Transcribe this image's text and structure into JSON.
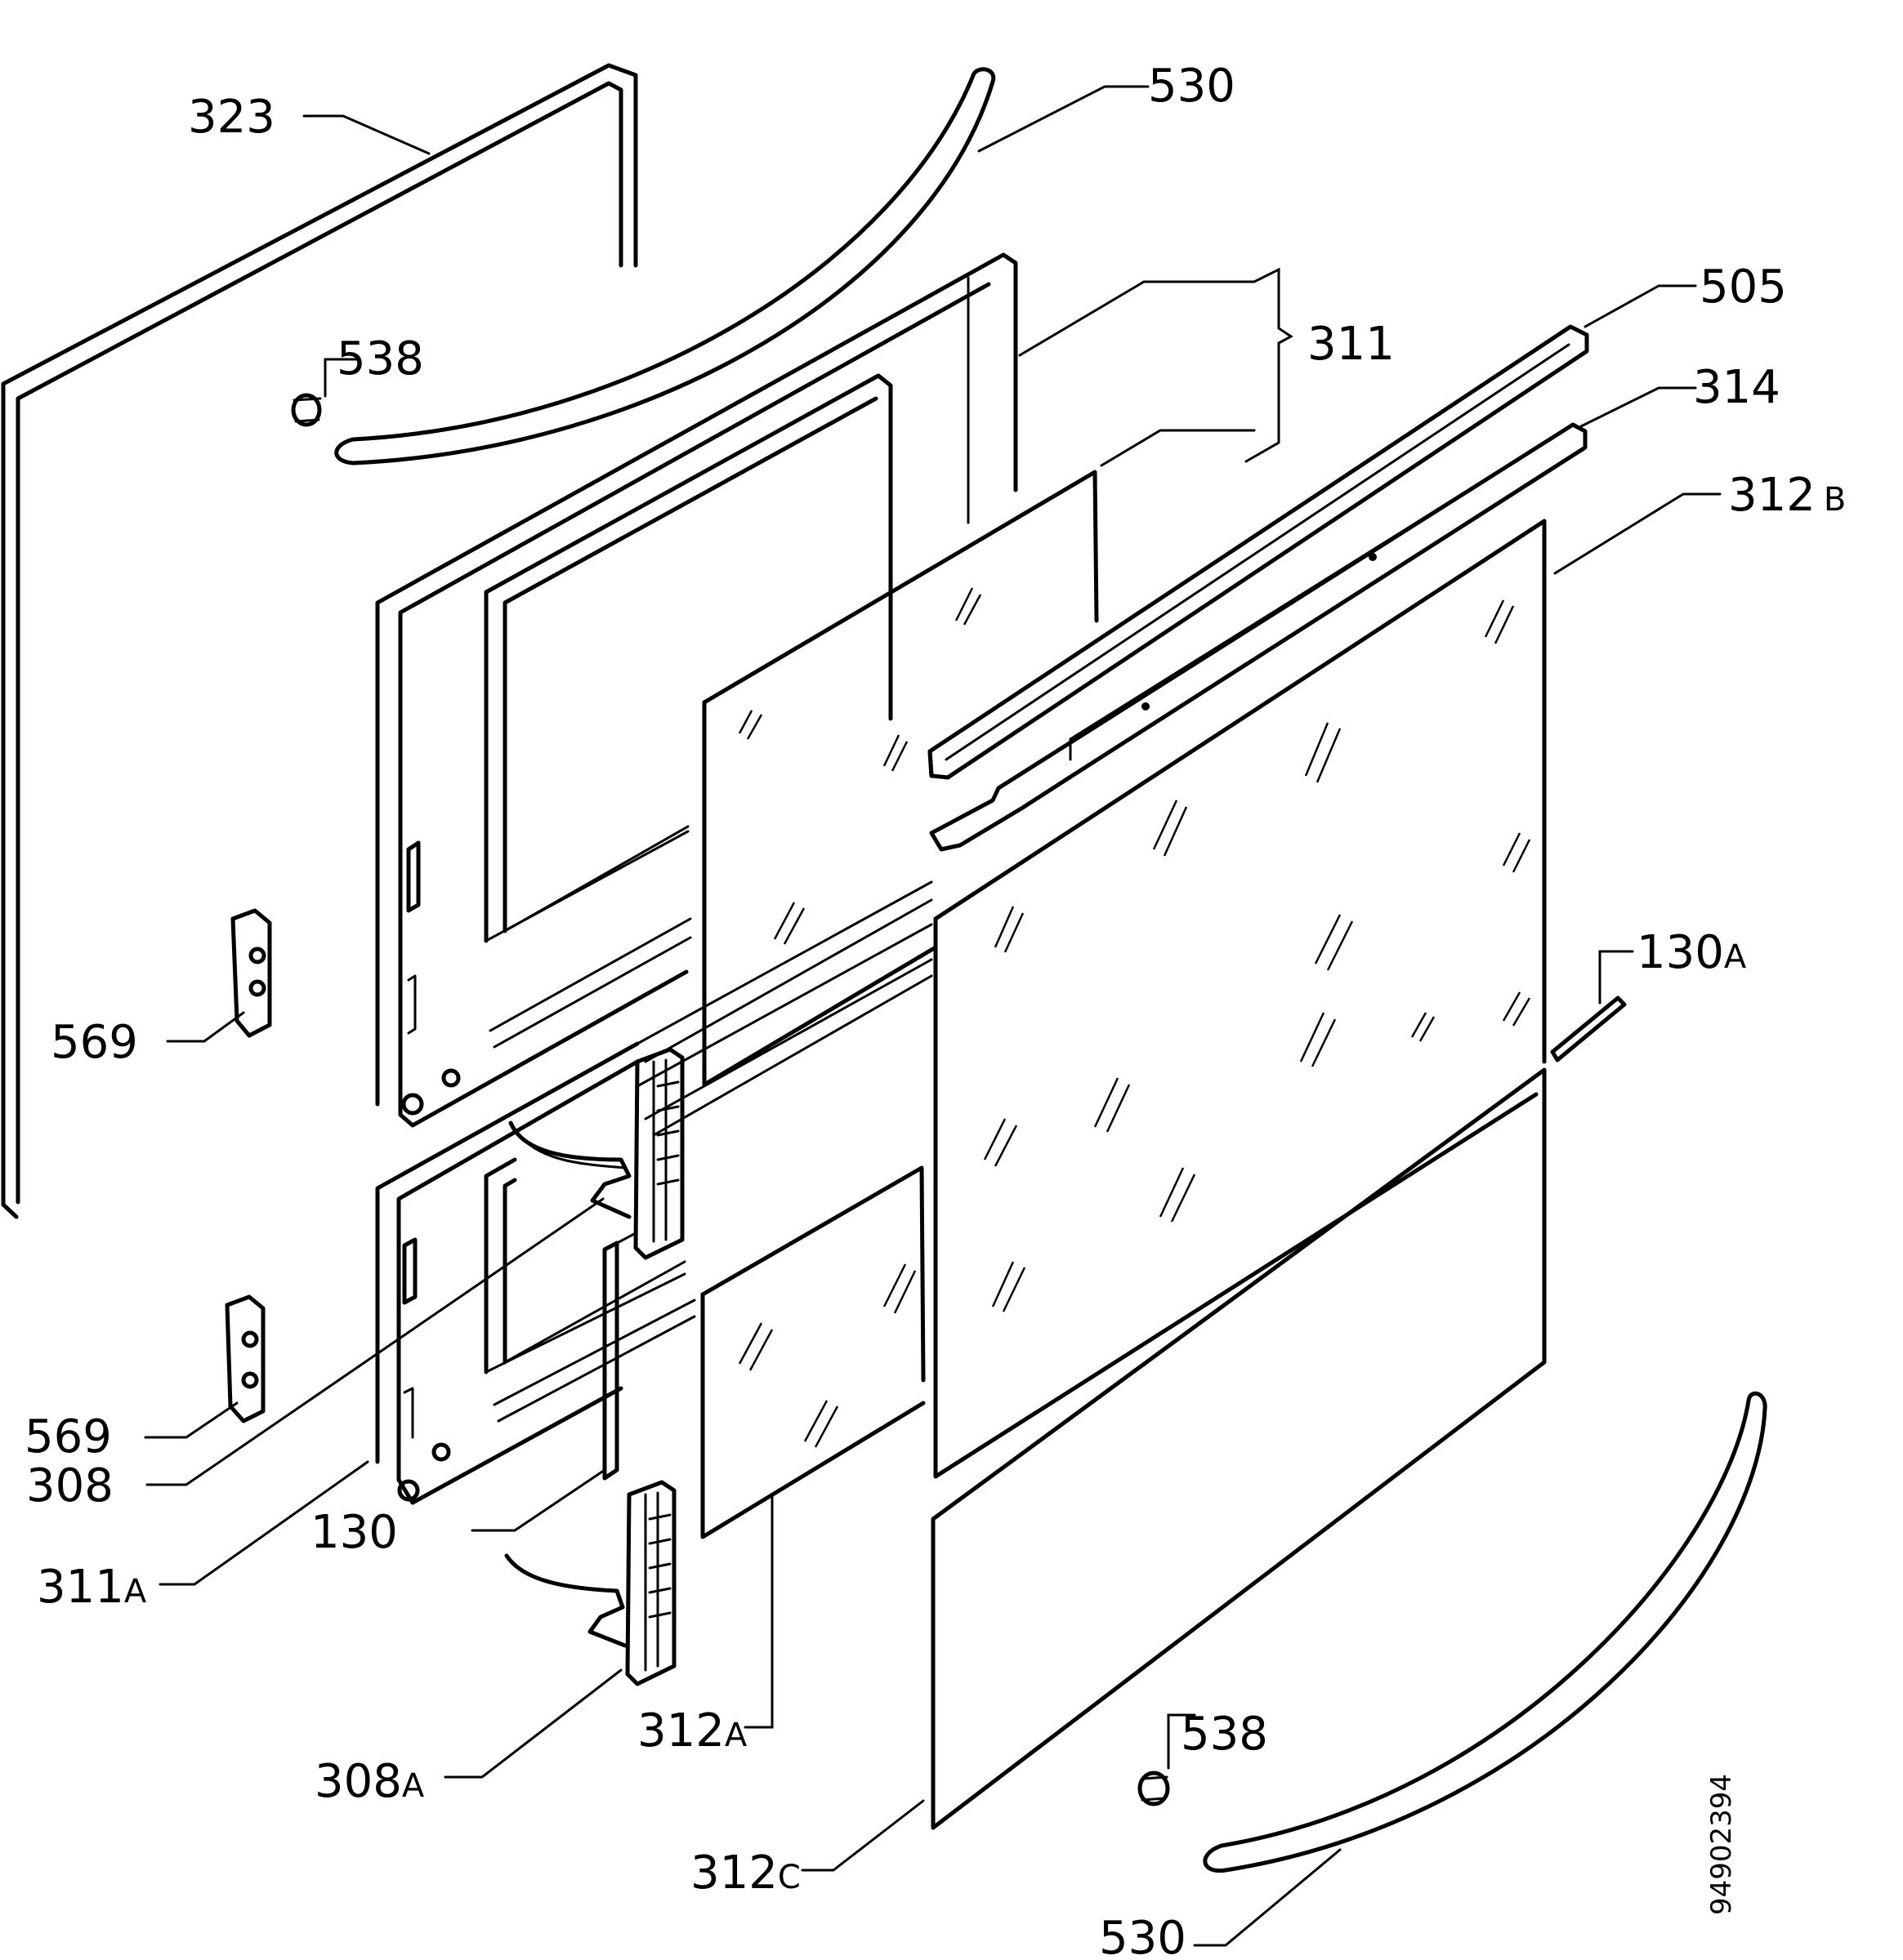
{
  "diagram": {
    "labels": [
      {
        "id": "l323",
        "text": "323"
      },
      {
        "id": "l530-top",
        "text": "530"
      },
      {
        "id": "l538-top",
        "text": "538"
      },
      {
        "id": "l311",
        "text": "311"
      },
      {
        "id": "l505",
        "text": "505"
      },
      {
        "id": "l314",
        "text": "314"
      },
      {
        "id": "l312b",
        "text": "312",
        "suffix": "B"
      },
      {
        "id": "l130a",
        "text": "130",
        "suffix": "A"
      },
      {
        "id": "l569-top",
        "text": "569"
      },
      {
        "id": "l569-bottom",
        "text": "569"
      },
      {
        "id": "l308",
        "text": "308"
      },
      {
        "id": "l130",
        "text": "130"
      },
      {
        "id": "l311a",
        "text": "311",
        "suffix": "A"
      },
      {
        "id": "l308a",
        "text": "308",
        "suffix": "A"
      },
      {
        "id": "l312a",
        "text": "312",
        "suffix": "A"
      },
      {
        "id": "l538-bottom",
        "text": "538"
      },
      {
        "id": "l312c",
        "text": "312",
        "suffix": "C"
      },
      {
        "id": "l530-bottom",
        "text": "530"
      }
    ],
    "document_id": "94902394"
  }
}
